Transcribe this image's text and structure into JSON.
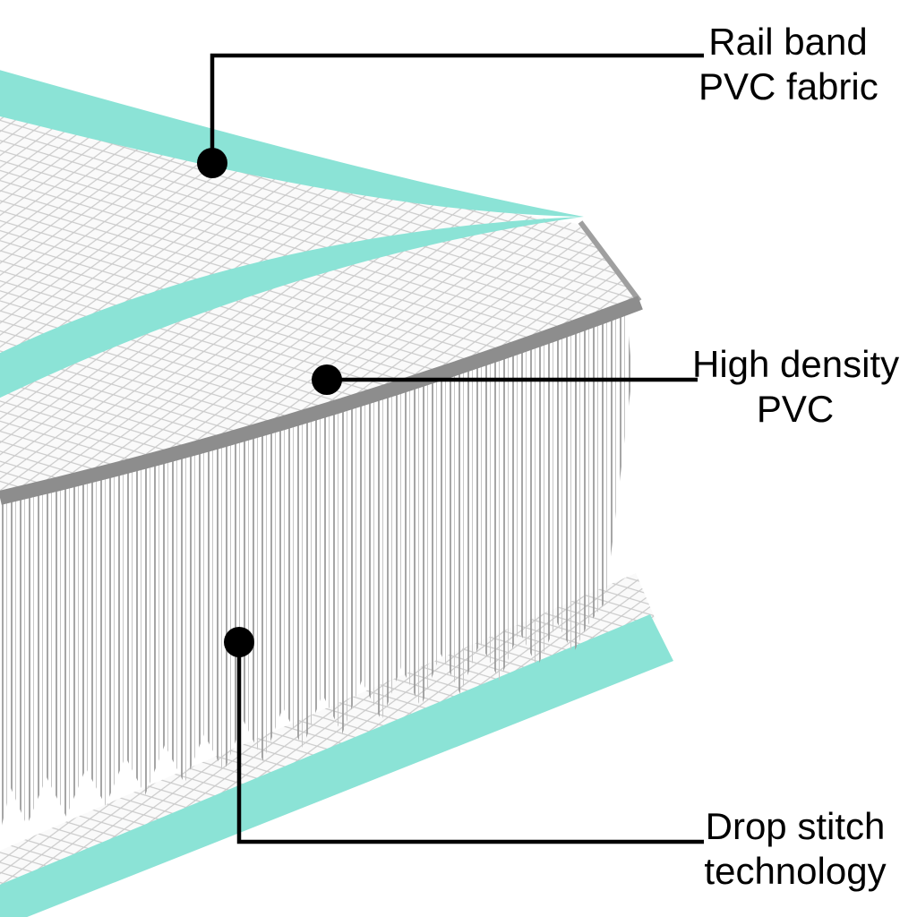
{
  "diagram": {
    "subject": "inflatable-gym-mat-layer-diagram",
    "colors": {
      "teal_band": "#8BE3D6",
      "fabric_lattice_line": "#c9c9c9",
      "thread_gray": "#9c9c9c",
      "mat_edge_gray": "#8d8d8d",
      "callout_black": "#000000",
      "background": "#ffffff"
    },
    "callouts": [
      {
        "id": "rail-band",
        "line1": "Rail band",
        "line2": "PVC fabric"
      },
      {
        "id": "high-density-pvc",
        "line1": "High density",
        "line2": "PVC"
      },
      {
        "id": "drop-stitch",
        "line1": "Drop stitch",
        "line2": "technology"
      }
    ]
  }
}
